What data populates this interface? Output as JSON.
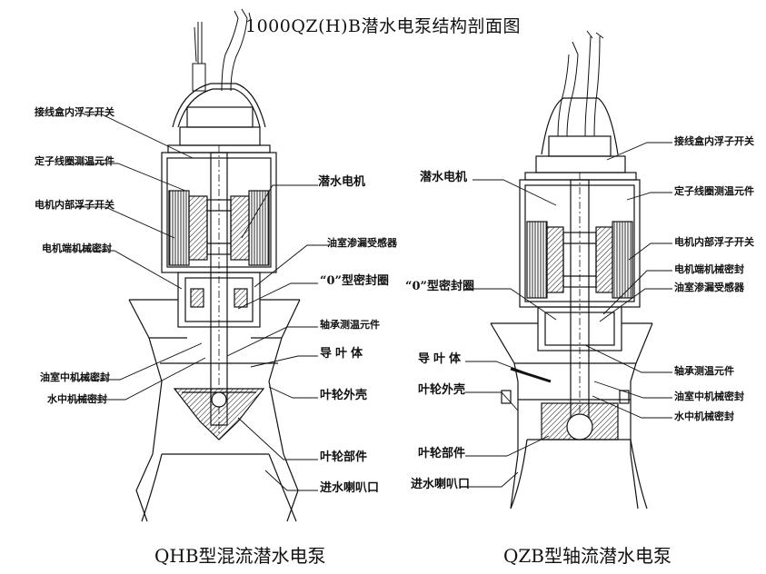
{
  "title": "1000QZ(H)B潜水电泵结构剖面图",
  "left": {
    "caption": "QHB型混流潜水电泵",
    "labels": {
      "junction_box_float_switch": "接线盒内浮子开关",
      "stator_temp_sensor": "定子线圈测温元件",
      "motor_float_switch": "电机内部浮子开关",
      "motor_end_seal": "电机端机械密封",
      "submersible_motor": "潜水电机",
      "oil_leak_sensor": "油室渗漏受感器",
      "o_ring": "“0”型密封圈",
      "bearing_temp_sensor": "轴承测温元件",
      "guide_vane": "导叶体",
      "oil_mid_seal": "油室中机械密封",
      "water_mid_seal": "水中机械密封",
      "impeller_casing": "叶轮外壳",
      "impeller_parts": "叶轮部件",
      "inlet_bellmouth": "进水喇叭口"
    }
  },
  "right": {
    "caption": "QZB型轴流潜水电泵",
    "labels": {
      "submersible_motor": "潜水电机",
      "junction_box_float_switch": "接线盒内浮子开关",
      "stator_temp_sensor": "定子线圈测温元件",
      "motor_float_switch": "电机内部浮子开关",
      "motor_end_seal": "电机端机械密封",
      "oil_leak_sensor": "油室渗漏受感器",
      "o_ring": "“0”型密封圈",
      "guide_vane": "导叶体",
      "bearing_temp_sensor": "轴承测温元件",
      "impeller_casing": "叶轮外壳",
      "oil_mid_seal": "油室中机械密封",
      "water_mid_seal": "水中机械密封",
      "impeller_parts": "叶轮部件",
      "inlet_bellmouth": "进水喇叭口"
    }
  }
}
